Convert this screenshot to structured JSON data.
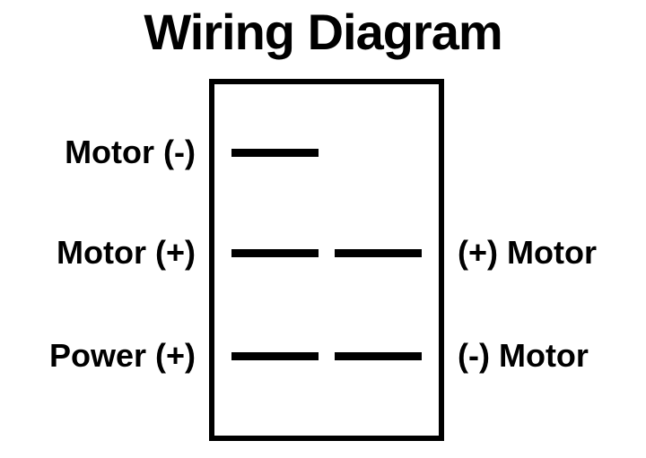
{
  "diagram": {
    "title": "Wiring Diagram",
    "type": "rocker-switch-wiring-diagram",
    "colors": {
      "ink": "#000000",
      "background": "#ffffff"
    },
    "switch_body": {
      "shape": "rectangle",
      "border_color": "#000000",
      "fill_color": "#ffffff"
    },
    "terminals": [
      {
        "id": "terminal-top-left",
        "row": "top",
        "column": "left",
        "present": true
      },
      {
        "id": "terminal-top-right",
        "row": "top",
        "column": "right",
        "present": false
      },
      {
        "id": "terminal-middle-left",
        "row": "middle",
        "column": "left",
        "present": true
      },
      {
        "id": "terminal-middle-right",
        "row": "middle",
        "column": "right",
        "present": true
      },
      {
        "id": "terminal-bottom-left",
        "row": "bottom",
        "column": "left",
        "present": true
      },
      {
        "id": "terminal-bottom-right",
        "row": "bottom",
        "column": "right",
        "present": true
      }
    ],
    "labels": {
      "left": [
        {
          "row": "top",
          "text": "Motor (-)"
        },
        {
          "row": "middle",
          "text": "Motor (+)"
        },
        {
          "row": "bottom",
          "text": "Power (+)"
        }
      ],
      "right": [
        {
          "row": "middle",
          "text": "(+) Motor"
        },
        {
          "row": "bottom",
          "text": "(-) Motor"
        }
      ]
    }
  }
}
